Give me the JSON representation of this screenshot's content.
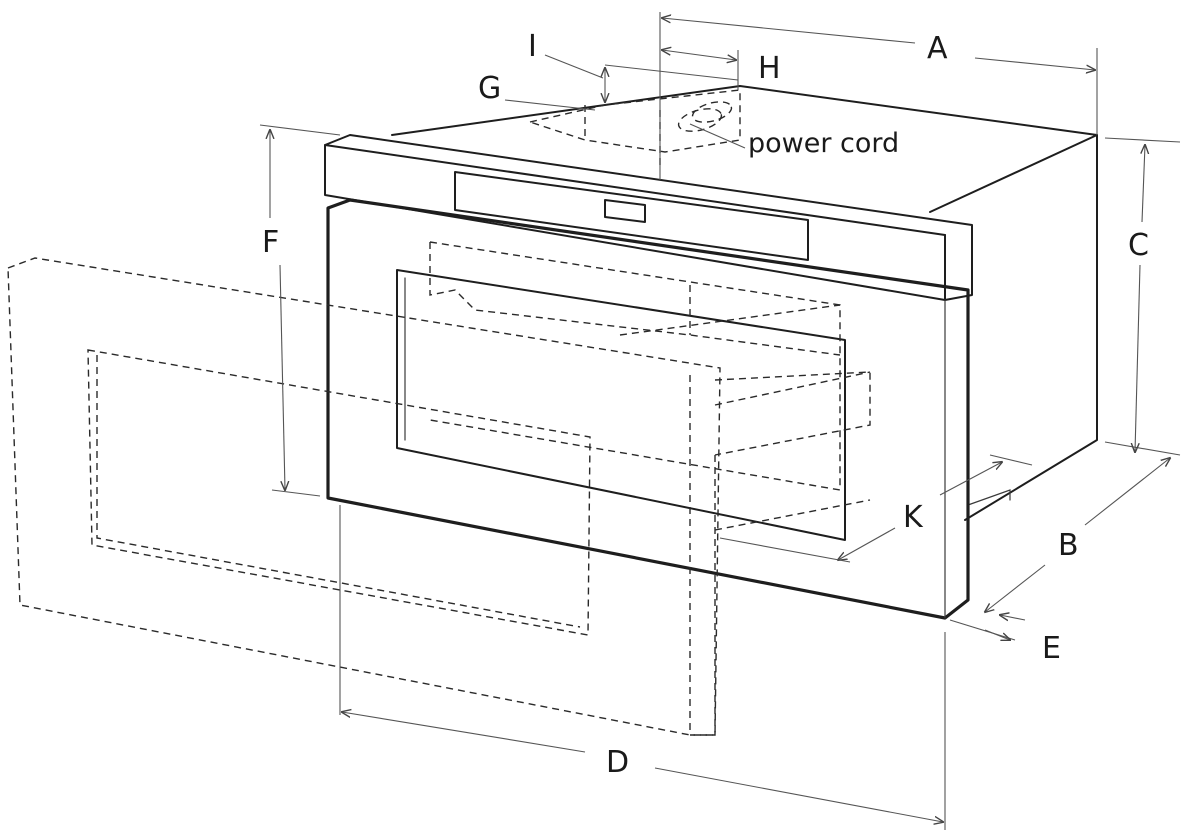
{
  "diagram": {
    "labels": {
      "A": "A",
      "B": "B",
      "C": "C",
      "D": "D",
      "E": "E",
      "F": "F",
      "G": "G",
      "H": "H",
      "I": "I",
      "K": "K"
    },
    "callout_power_cord": "power cord"
  }
}
